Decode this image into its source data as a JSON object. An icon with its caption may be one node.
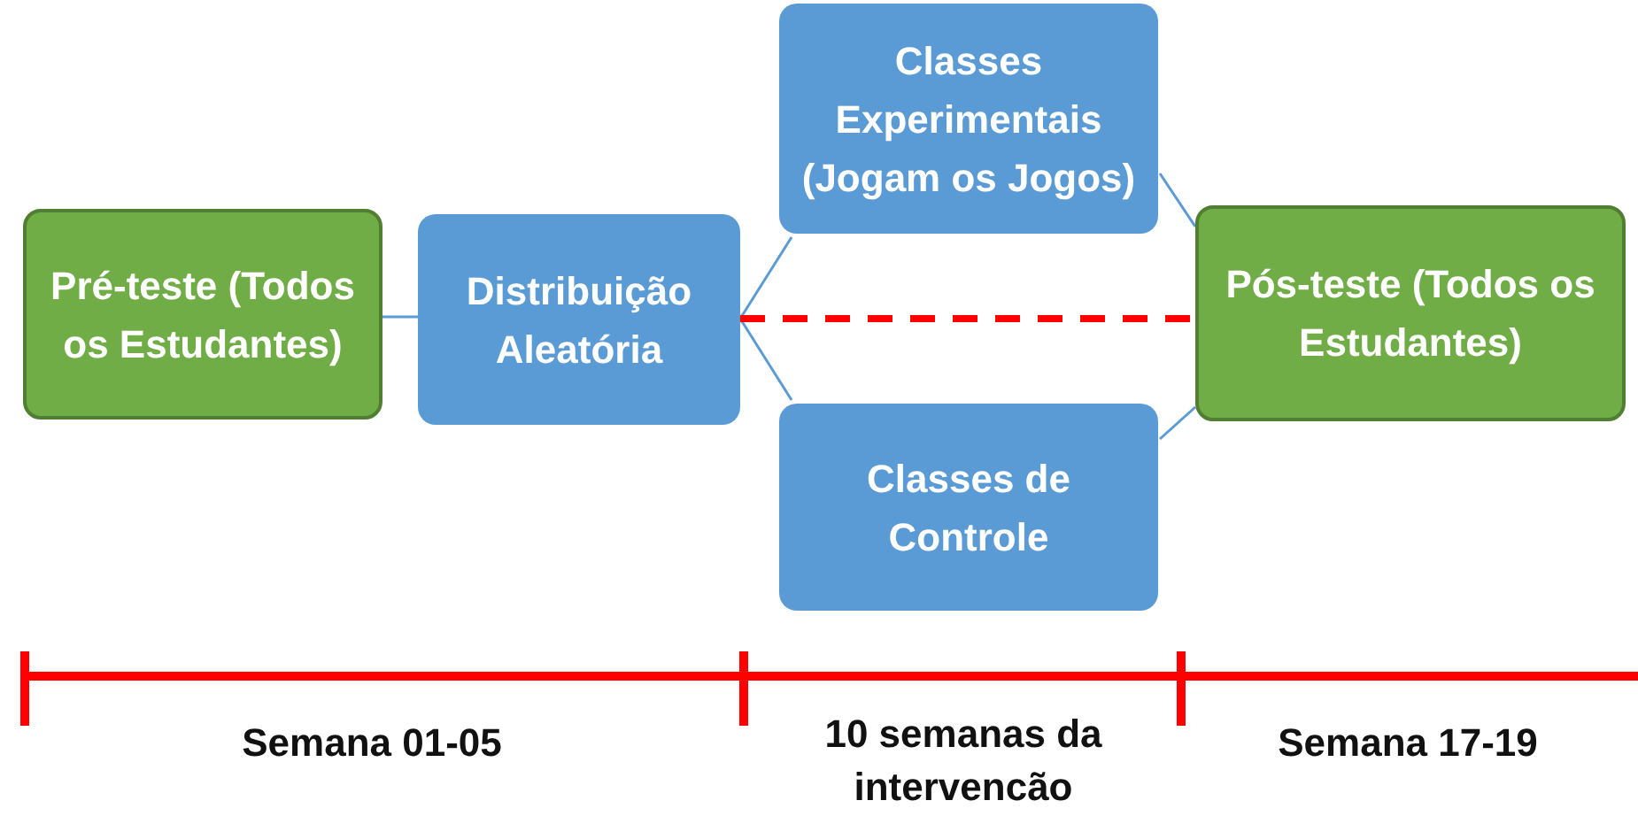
{
  "diagram": {
    "nodes": [
      {
        "text": [
          "Pré-teste (Todos os Estudantes)"
        ]
      },
      {
        "text": [
          "Distribuição Aleatória"
        ]
      },
      {
        "text": [
          "Classes Experimentais (Jogam os Jogos)"
        ]
      },
      {
        "text": [
          "Classes de Controle"
        ]
      },
      {
        "text": [
          "Pós-teste (Todos os Estudantes)"
        ]
      }
    ],
    "edges": [
      {
        "from": 0,
        "to": 1,
        "arrow": "none"
      },
      {
        "from": 1,
        "to": 2,
        "arrow": "none"
      },
      {
        "from": 1,
        "to": 3,
        "arrow": "none"
      },
      {
        "from": 2,
        "to": 4,
        "arrow": "none"
      },
      {
        "from": 3,
        "to": 4,
        "arrow": "none"
      },
      {
        "from": 1,
        "to": 4,
        "arrow": "none",
        "style": "dashed",
        "color": "#ff0000"
      }
    ],
    "labels": [
      "Semana 01-05",
      "10 semanas da intervencão",
      "Semana 17-19"
    ]
  }
}
